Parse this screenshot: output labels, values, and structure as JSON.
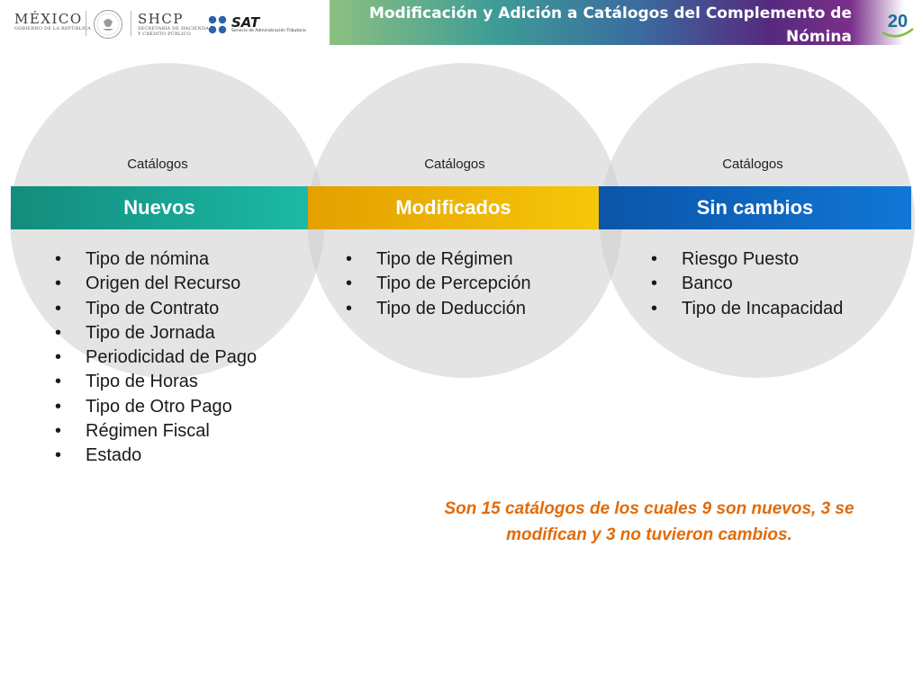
{
  "header": {
    "mexico_name": "MÉXICO",
    "mexico_sub": "GOBIERNO DE LA REPÚBLICA",
    "shcp_name": "SHCP",
    "shcp_sub_1": "SECRETARÍA DE HACIENDA",
    "shcp_sub_2": "Y CRÉDITO PÚBLICO",
    "sat_name": "SAT",
    "sat_sub": "Servicio de Administración Tributaria",
    "title": "Modificación y Adición a Catálogos del Complemento de Nómina",
    "anniversary_number": "20",
    "colors": {
      "sat_dots": "#2b63ad",
      "anniversary": "#1a6f9b"
    }
  },
  "columns": [
    {
      "caption": "Catálogos",
      "heading": "Nuevos",
      "color": "#17a593",
      "items": [
        "Tipo de nómina",
        "Origen del Recurso",
        "Tipo de Contrato",
        "Tipo de Jornada",
        "Periodicidad de Pago",
        "Tipo de Horas",
        "Tipo de Otro Pago",
        "Régimen Fiscal",
        "Estado"
      ]
    },
    {
      "caption": "Catálogos",
      "heading": "Modificados",
      "color": "#eeb404",
      "items": [
        "Tipo de Régimen",
        "Tipo de Percepción",
        "Tipo de Deducción"
      ]
    },
    {
      "caption": "Catálogos",
      "heading": "Sin cambios",
      "color": "#0e66c0",
      "items": [
        "Riesgo Puesto",
        "Banco",
        "Tipo de Incapacidad"
      ]
    }
  ],
  "summary": "Son 15 catálogos de los cuales 9 son nuevos,  3 se modifican  y 3 no tuvieron cambios.",
  "summary_color": "#e26b0a"
}
